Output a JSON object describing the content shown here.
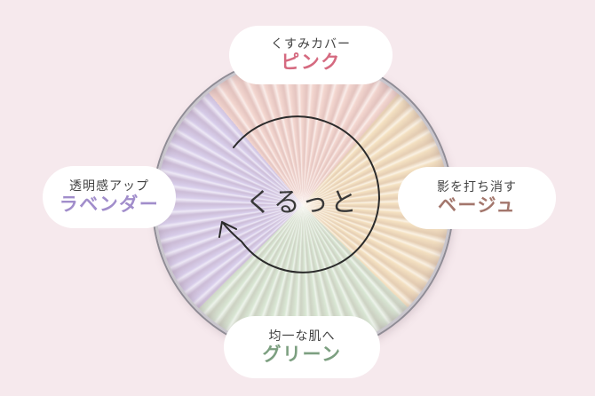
{
  "page": {
    "background_color": "#f6e9ed"
  },
  "compact": {
    "center_text": "くるっと",
    "rim_color": "#8f8c95",
    "arrow_color": "#2b2b2b",
    "benefit_text_color": "#424242",
    "sections": [
      {
        "position": "top",
        "benefit": "くすみカバー",
        "name": "ピンク",
        "swatch_color": "#f4d7d0",
        "name_color": "#d56a80"
      },
      {
        "position": "right",
        "benefit": "影を打ち消す",
        "name": "ベージュ",
        "swatch_color": "#f5e2c2",
        "name_color": "#a3766c"
      },
      {
        "position": "bottom",
        "benefit": "均一な肌へ",
        "name": "グリーン",
        "swatch_color": "#d9e7d4",
        "name_color": "#7c9f80"
      },
      {
        "position": "left",
        "benefit": "透明感アップ",
        "name": "ラベンダー",
        "swatch_color": "#d9cfec",
        "name_color": "#a18dcb"
      }
    ]
  }
}
